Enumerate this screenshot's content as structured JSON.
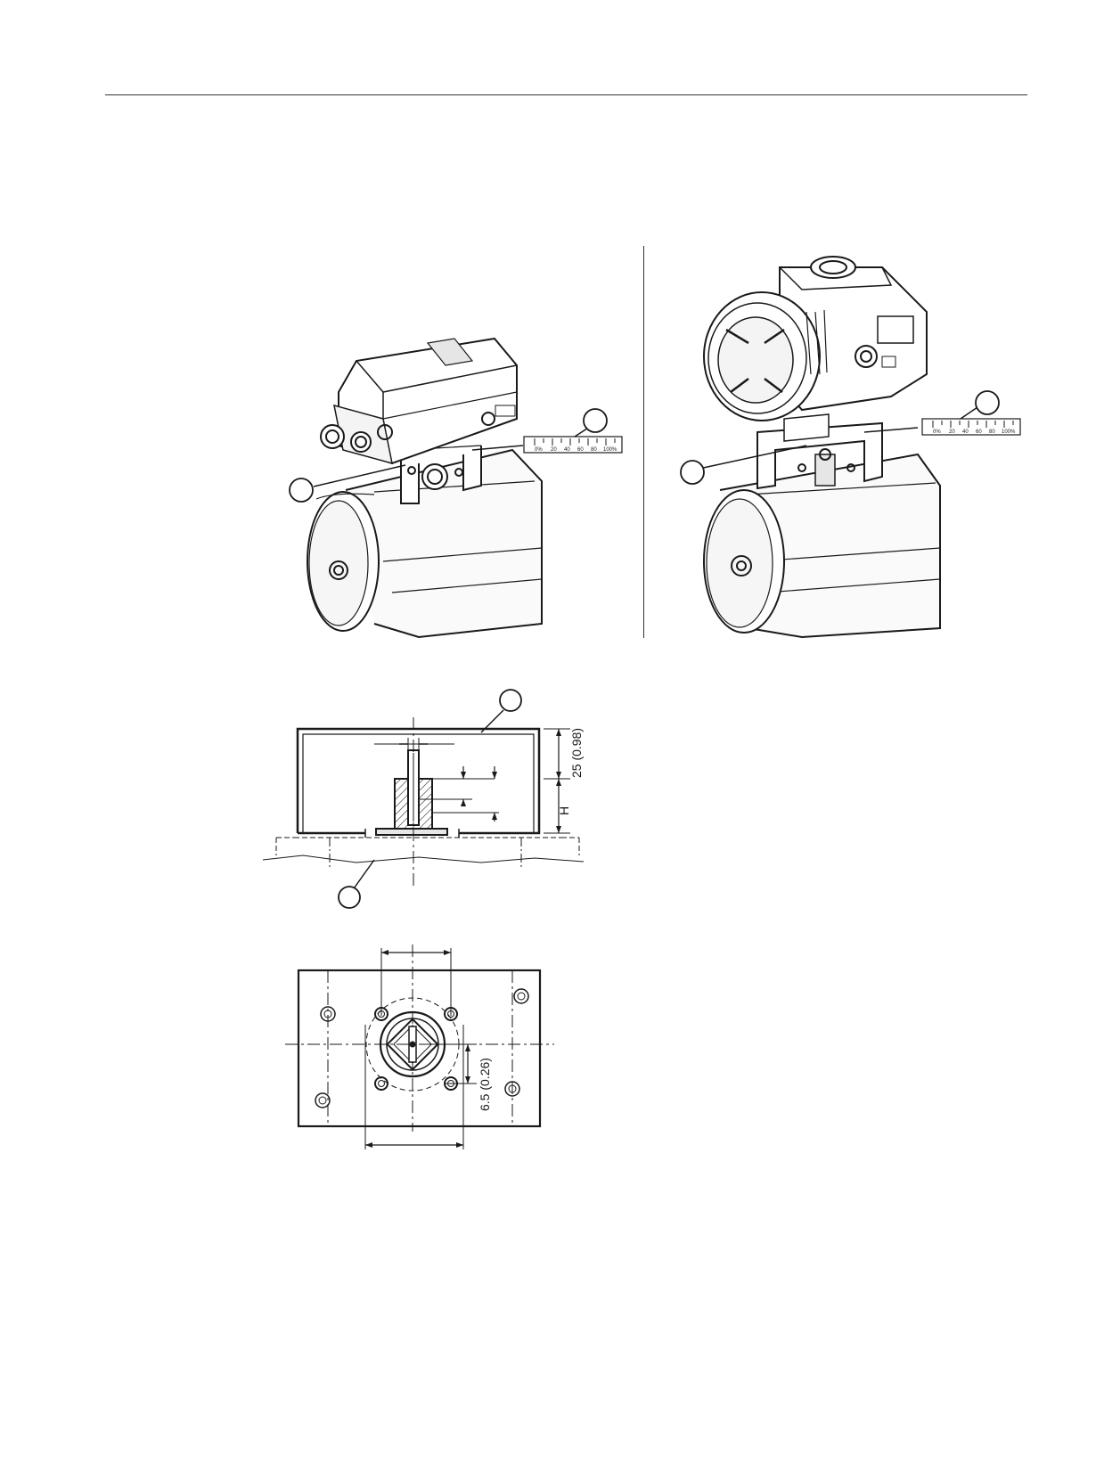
{
  "figures": {
    "top_left": {
      "scale_labels": [
        "0%",
        "20",
        "40",
        "60",
        "80",
        "100%"
      ]
    },
    "top_right": {
      "scale_labels": [
        "0%",
        "20",
        "40",
        "60",
        "80",
        "100%"
      ]
    },
    "section_view": {
      "dim_height_label": "25 (0.98)",
      "dim_h_label": "H"
    },
    "plan_view": {
      "dim_offset_label": "6.5 (0.26)"
    }
  },
  "colors": {
    "line": "#1a1a1a",
    "shade": "#d9d9d9",
    "light": "#f2f2f2"
  }
}
